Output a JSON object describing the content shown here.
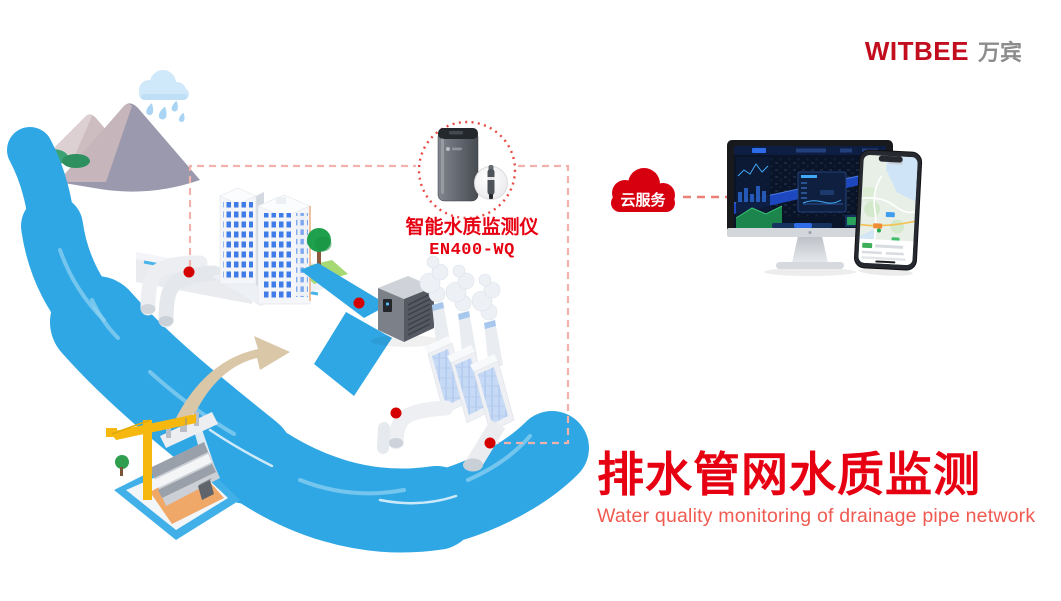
{
  "logo": {
    "brand": "WITBEE",
    "cjk": "万宾"
  },
  "scene": {
    "device_callout": {
      "title": "智能水质监测仪",
      "model": "EN400-WQ"
    },
    "cloud_service": {
      "label": "云服务"
    }
  },
  "headline": {
    "zh": "排水管网水质监测",
    "en": "Water quality monitoring of drainage pipe network"
  },
  "colors": {
    "brand_red": "#c10d1e",
    "logo_gray": "#8c8c8c",
    "headline_red": "#e60012",
    "subtitle_red": "#f05a50",
    "cloud_red": "#d7000f",
    "connector_red": "#ea8077",
    "river_blue": "#2fa7e4",
    "river_highlight": "#8ed0f2",
    "dashed_pink": "#f0b2aa",
    "dotted_red": "#e84a44",
    "marker_red": "#d40000",
    "crane_yellow": "#f6b70e",
    "arrow_tan": "#d9c7a8"
  }
}
